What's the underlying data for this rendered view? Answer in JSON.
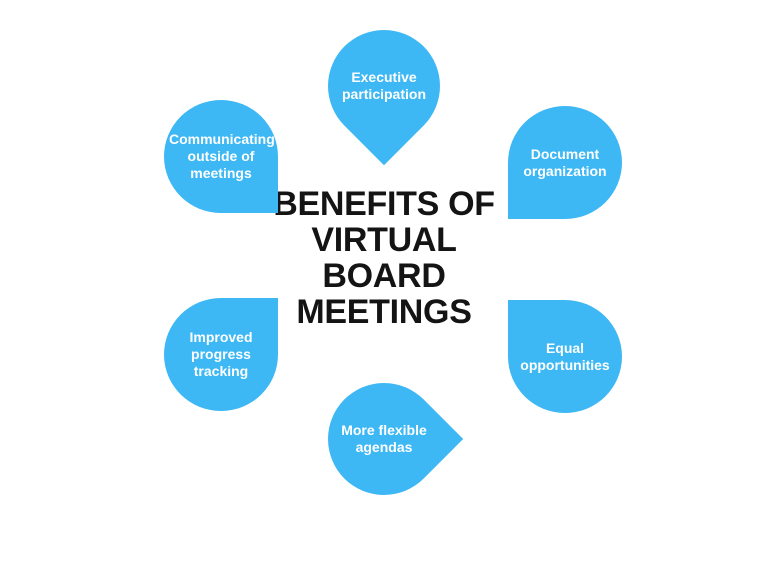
{
  "diagram": {
    "title": "BENEFITS OF\nVIRTUAL\nBOARD\nMEETINGS",
    "background_color": "#ffffff",
    "accent_color": "#3db8f5",
    "title_color": "#141414",
    "node_text_color": "#ffffff",
    "nodes": [
      {
        "id": "executive-participation",
        "label": "Executive\nparticipation",
        "position": "top",
        "shape": "teardrop-pointing-down"
      },
      {
        "id": "communicating-outside-of-meetings",
        "label": "Communicating\noutside of\nmeetings",
        "position": "top-left",
        "shape": "circle-square-corner-bottom-right"
      },
      {
        "id": "document-organization",
        "label": "Document\norganization",
        "position": "top-right",
        "shape": "circle-square-corner-bottom-left"
      },
      {
        "id": "improved-progress-tracking",
        "label": "Improved\nprogress\ntracking",
        "position": "bottom-left",
        "shape": "circle-square-corner-top-right"
      },
      {
        "id": "equal-opportunities",
        "label": "Equal\nopportunities",
        "position": "bottom-right",
        "shape": "circle-square-corner-top-left"
      },
      {
        "id": "more-flexible-agendas",
        "label": "More flexible\nagendas",
        "position": "bottom",
        "shape": "teardrop-pointing-up"
      }
    ]
  }
}
